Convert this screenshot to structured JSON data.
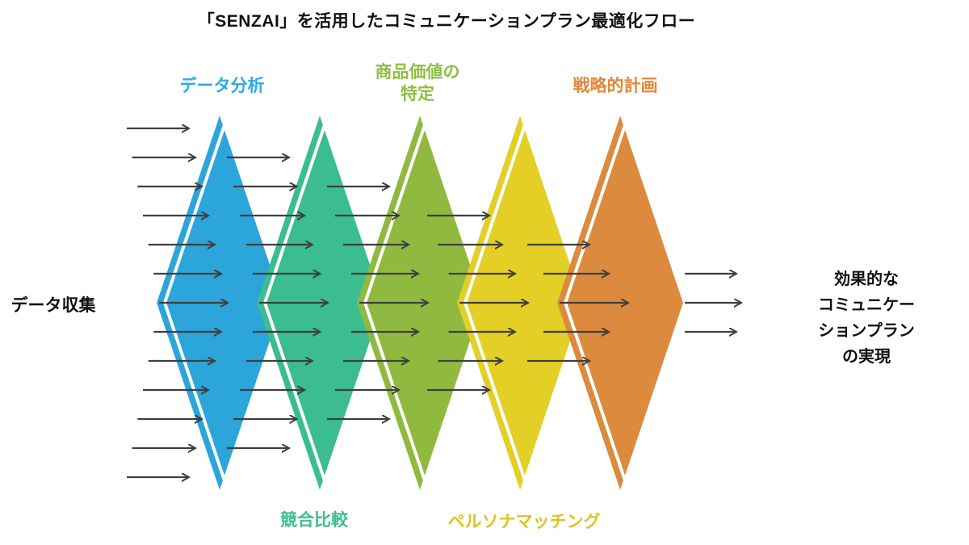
{
  "title": "「SENZAI」を活用したコミュニケーションプラン最適化フロー",
  "source": {
    "label": "データ収集"
  },
  "outcome": {
    "label": "効果的な\nコミュニケーションプラン\nの実現"
  },
  "stages": [
    {
      "label": "データ分析",
      "position": "top",
      "color": "#2ba5da",
      "label_color": "#29abe2"
    },
    {
      "label": "競合比較",
      "position": "bottom",
      "color": "#3cbd8f",
      "label_color": "#3dbd8a"
    },
    {
      "label": "商品価値の\n特定",
      "position": "top",
      "color": "#90b93f",
      "label_color": "#8cbf3f"
    },
    {
      "label": "ペルソナマッチング",
      "position": "bottom",
      "color": "#e3cf26",
      "label_color": "#ddc520"
    },
    {
      "label": "戦略的計画",
      "position": "top",
      "color": "#dc8a3d",
      "label_color": "#e0883a"
    }
  ],
  "flow": {
    "arrow_color": "#3f3f3f",
    "stripe_color": "#ffffff",
    "arrow_counts": [
      13,
      11,
      9,
      7,
      5,
      3
    ]
  }
}
